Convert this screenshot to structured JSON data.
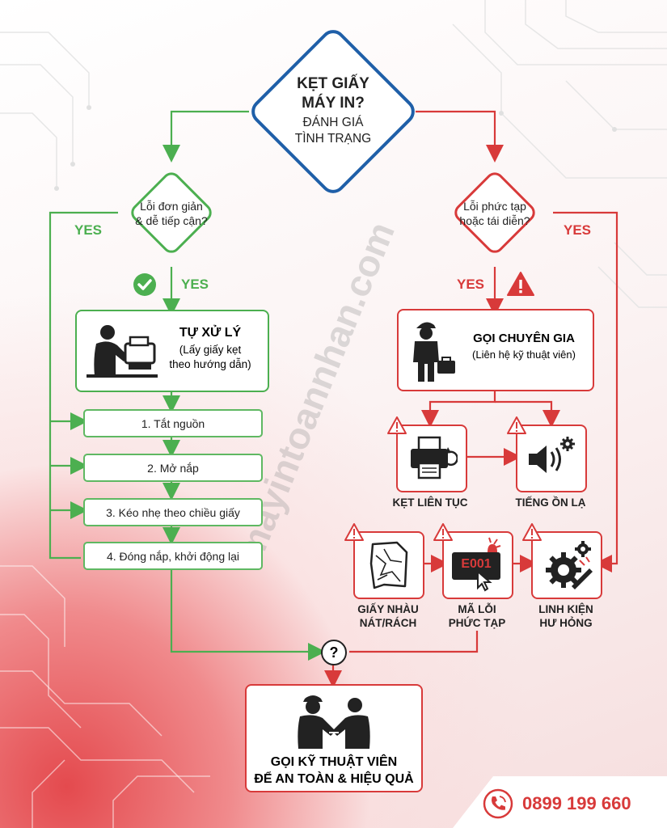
{
  "start": {
    "title": "KẸT GIẤY\nMÁY IN?",
    "subtitle": "ĐÁNH GIÁ\nTÌNH TRẠNG"
  },
  "left_decision": "Lỗi đơn giản\n& dễ tiếp cận?",
  "right_decision": "Lỗi phức tạp\nhoặc tái diễn?",
  "yes": "YES",
  "self_fix": {
    "title": "TỰ XỬ LÝ",
    "desc": "(Lấy giấy kẹt\ntheo hướng dẫn)"
  },
  "steps": [
    "1. Tắt nguồn",
    "2. Mở nắp",
    "3. Kéo nhẹ theo chiều giấy",
    "4. Đóng nắp, khởi động lại"
  ],
  "expert": {
    "title": "GỌI CHUYÊN GIA",
    "desc": "(Liên hệ kỹ thuật viên)"
  },
  "symptoms": [
    "KẸT LIÊN TỤC",
    "TIẾNG ỒN LẠ",
    "GIẤY NHÀU\nNÁT/RÁCH",
    "MÃ LỖI\nPHỨC TẠP",
    "LINH KIỆN\nHƯ HỎNG"
  ],
  "error_code": "E001",
  "question_mark": "?",
  "final": "GỌI KỸ THUẬT VIÊN\nĐỂ AN TOÀN & HIỆU QUẢ",
  "watermark": "mayintoannhan.com",
  "phone": "0899 199 660",
  "colors": {
    "green": "#4caf50",
    "red": "#d83a3a",
    "blue": "#1f5fa8"
  }
}
